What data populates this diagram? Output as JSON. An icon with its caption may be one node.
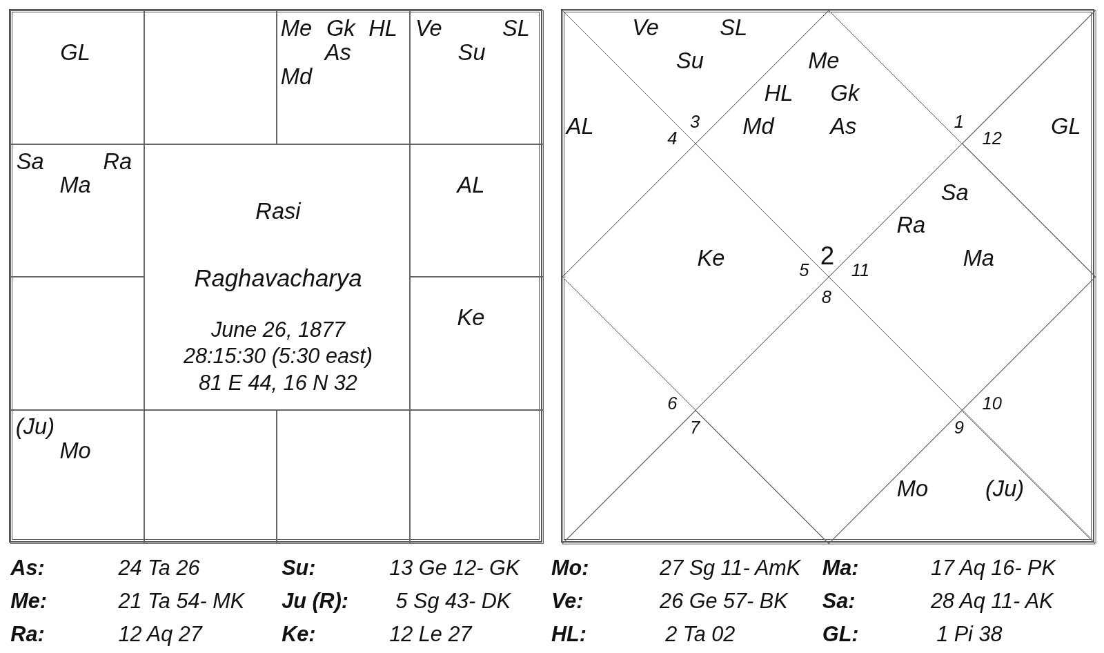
{
  "diagram": {
    "nodes": [
      {
        "text": [],
        "shape": "box"
      },
      {
        "text": [
          "GL"
        ],
        "in": 0
      },
      {
        "text": [],
        "shape": "box",
        "in": 0
      },
      {
        "text": [
          "Me",
          "Gk",
          "HL",
          "As",
          "Md"
        ],
        "in": 0
      },
      {
        "text": [
          "Ve",
          "SL",
          "Su"
        ],
        "in": 0
      },
      {
        "text": [
          "Sa",
          "Ra",
          "Ma"
        ],
        "in": 0
      },
      {
        "text": [
          "Rasi",
          "Raghavacharya",
          "June 26, 1877",
          "28:15:30 (5:30 east)",
          "81 E 44, 16 N 32"
        ],
        "in": 0
      },
      {
        "text": [
          "AL"
        ],
        "in": 0
      },
      {
        "text": [],
        "shape": "box",
        "in": 0
      },
      {
        "text": [
          "Ke"
        ],
        "in": 0
      },
      {
        "text": [
          "(Ju)",
          "Mo"
        ],
        "in": 0
      },
      {
        "text": [],
        "shape": "box",
        "in": 0
      },
      {
        "text": [],
        "shape": "box",
        "in": 0
      },
      {
        "text": [],
        "shape": "box",
        "in": 0
      },
      {
        "text": [],
        "shape": "box"
      },
      {
        "text": [
          "Ve",
          "SL",
          "Su",
          "3"
        ],
        "in": 14
      },
      {
        "text": [
          "Me",
          "HL",
          "Gk",
          "Md",
          "As",
          "2"
        ],
        "in": 14
      },
      {
        "text": [
          "1"
        ],
        "in": 14
      },
      {
        "text": [
          "AL",
          "4"
        ],
        "in": 14
      },
      {
        "text": [
          "GL",
          "12"
        ],
        "in": 14
      },
      {
        "text": [
          "Ke",
          "5"
        ],
        "in": 14
      },
      {
        "text": [
          "Sa",
          "Ra",
          "Ma",
          "11"
        ],
        "in": 14
      },
      {
        "text": [
          "8"
        ],
        "in": 14
      },
      {
        "text": [
          "6"
        ],
        "in": 14
      },
      {
        "text": [
          "10"
        ],
        "in": 14
      },
      {
        "text": [
          "7"
        ],
        "in": 14
      },
      {
        "text": [
          "9",
          "Mo",
          "(Ju)"
        ],
        "in": 14
      }
    ],
    "labels": [
      "As:",
      "24 Ta 26",
      "Su:",
      "13 Ge 12- GK",
      "Mo:",
      "27 Sg 11- AmK",
      "Ma:",
      "17 Aq 16- PK",
      "Me:",
      "21 Ta 54- MK",
      "Ju (R):",
      "5 Sg 43- DK",
      "Ve:",
      "26 Ge 57- BK",
      "Sa:",
      "28 Aq 11- AK",
      "Ra:",
      "12 Aq 27",
      "Ke:",
      "12 Le 27",
      "HL:",
      "2 Ta 02",
      "GL:",
      "1 Pi 38"
    ]
  }
}
